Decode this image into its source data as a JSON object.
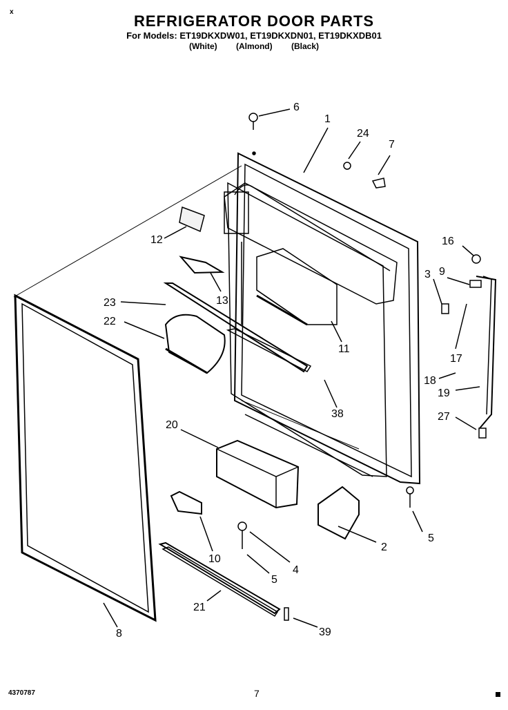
{
  "header": {
    "corner_mark": "x",
    "title": "REFRIGERATOR DOOR PARTS",
    "models_line": "For Models: ET19DKXDW01, ET19DKXDN01, ET19DKXDB01",
    "colors": [
      "(White)",
      "(Almond)",
      "(Black)"
    ]
  },
  "footer": {
    "doc_number": "4370787",
    "page_number": "7"
  },
  "callouts": [
    {
      "id": "c1",
      "label": "1"
    },
    {
      "id": "c6",
      "label": "6"
    },
    {
      "id": "c24",
      "label": "24"
    },
    {
      "id": "c7",
      "label": "7"
    },
    {
      "id": "c12",
      "label": "12"
    },
    {
      "id": "c13",
      "label": "13"
    },
    {
      "id": "c16",
      "label": "16"
    },
    {
      "id": "c3",
      "label": "3"
    },
    {
      "id": "c9",
      "label": "9"
    },
    {
      "id": "c23",
      "label": "23"
    },
    {
      "id": "c22",
      "label": "22"
    },
    {
      "id": "c11",
      "label": "11"
    },
    {
      "id": "c17",
      "label": "17"
    },
    {
      "id": "c18",
      "label": "18"
    },
    {
      "id": "c19",
      "label": "19"
    },
    {
      "id": "c38",
      "label": "38"
    },
    {
      "id": "c20",
      "label": "20"
    },
    {
      "id": "c27",
      "label": "27"
    },
    {
      "id": "c2",
      "label": "2"
    },
    {
      "id": "c5a",
      "label": "5"
    },
    {
      "id": "c4",
      "label": "4"
    },
    {
      "id": "c10",
      "label": "10"
    },
    {
      "id": "c5b",
      "label": "5"
    },
    {
      "id": "c21",
      "label": "21"
    },
    {
      "id": "c8",
      "label": "8"
    },
    {
      "id": "c39",
      "label": "39"
    }
  ]
}
